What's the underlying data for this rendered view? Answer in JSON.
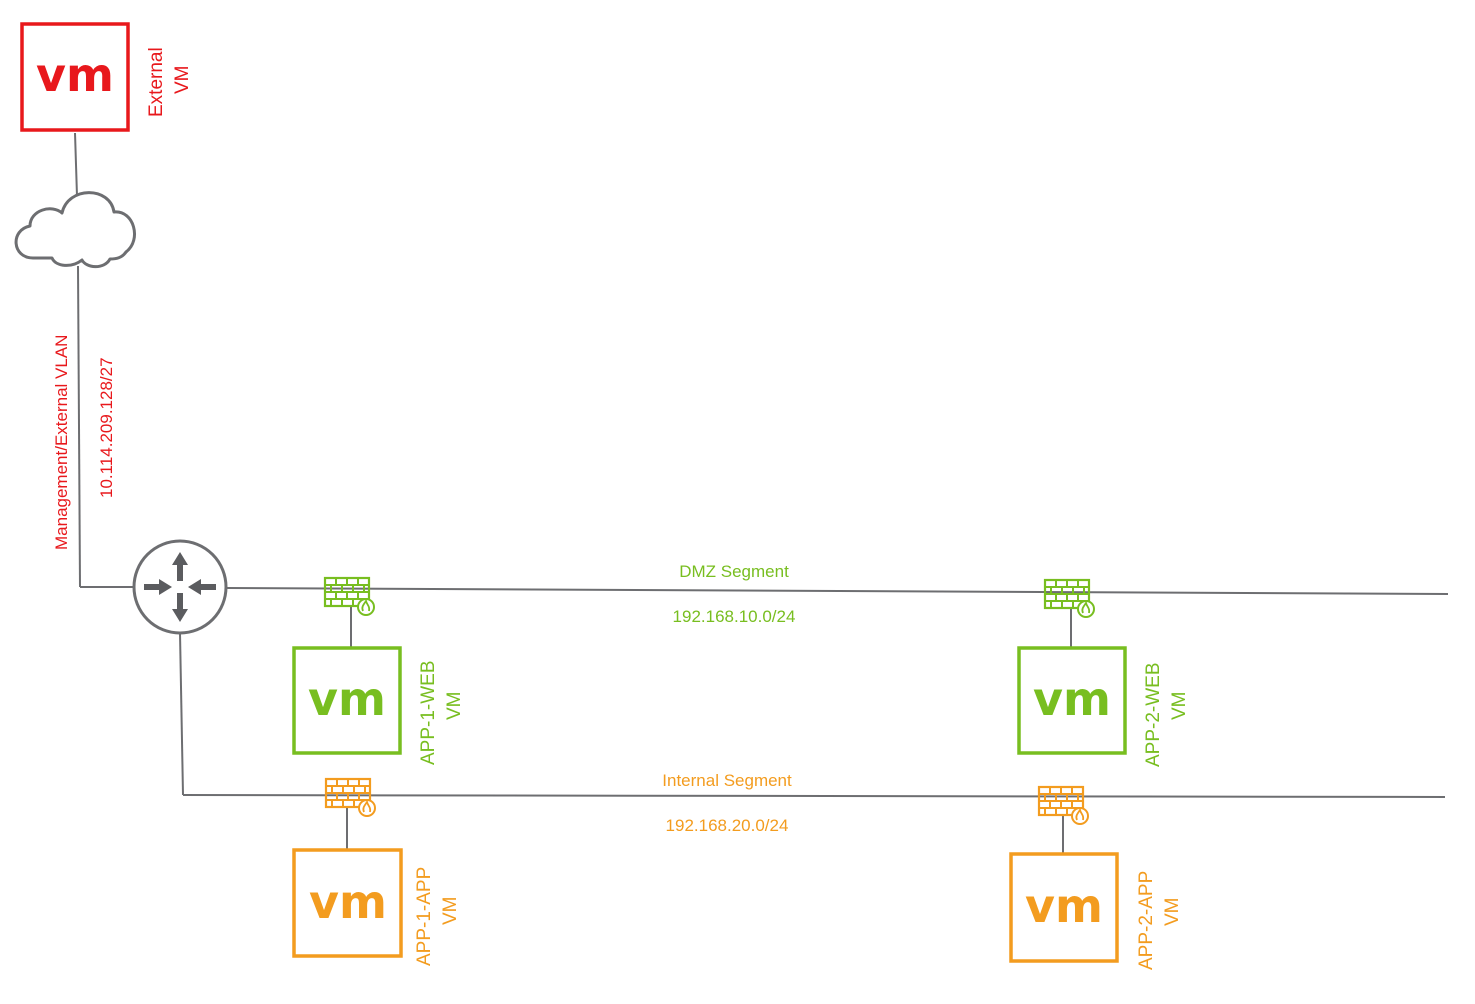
{
  "colors": {
    "external": "#e8181c",
    "dmz": "#78be20",
    "internal": "#f39c1f",
    "line": "#6d6e71",
    "icon": "#5b5c5f"
  },
  "vm_label": "vm",
  "external_vm": {
    "line1": "External",
    "line2": "VM"
  },
  "mgmt_vlan": {
    "name": "Management/External  VLAN",
    "cidr": "10.114.209.128/27"
  },
  "dmz_segment": {
    "name": "DMZ Segment",
    "cidr": "192.168.10.0/24"
  },
  "internal_segment": {
    "name": "Internal Segment",
    "cidr": "192.168.20.0/24"
  },
  "app1_web": {
    "line1": "APP-1-WEB",
    "line2": "VM"
  },
  "app2_web": {
    "line1": "APP-2-WEB",
    "line2": "VM"
  },
  "app1_app": {
    "line1": "APP-1-APP",
    "line2": "VM"
  },
  "app2_app": {
    "line1": "APP-2-APP",
    "line2": "VM"
  }
}
